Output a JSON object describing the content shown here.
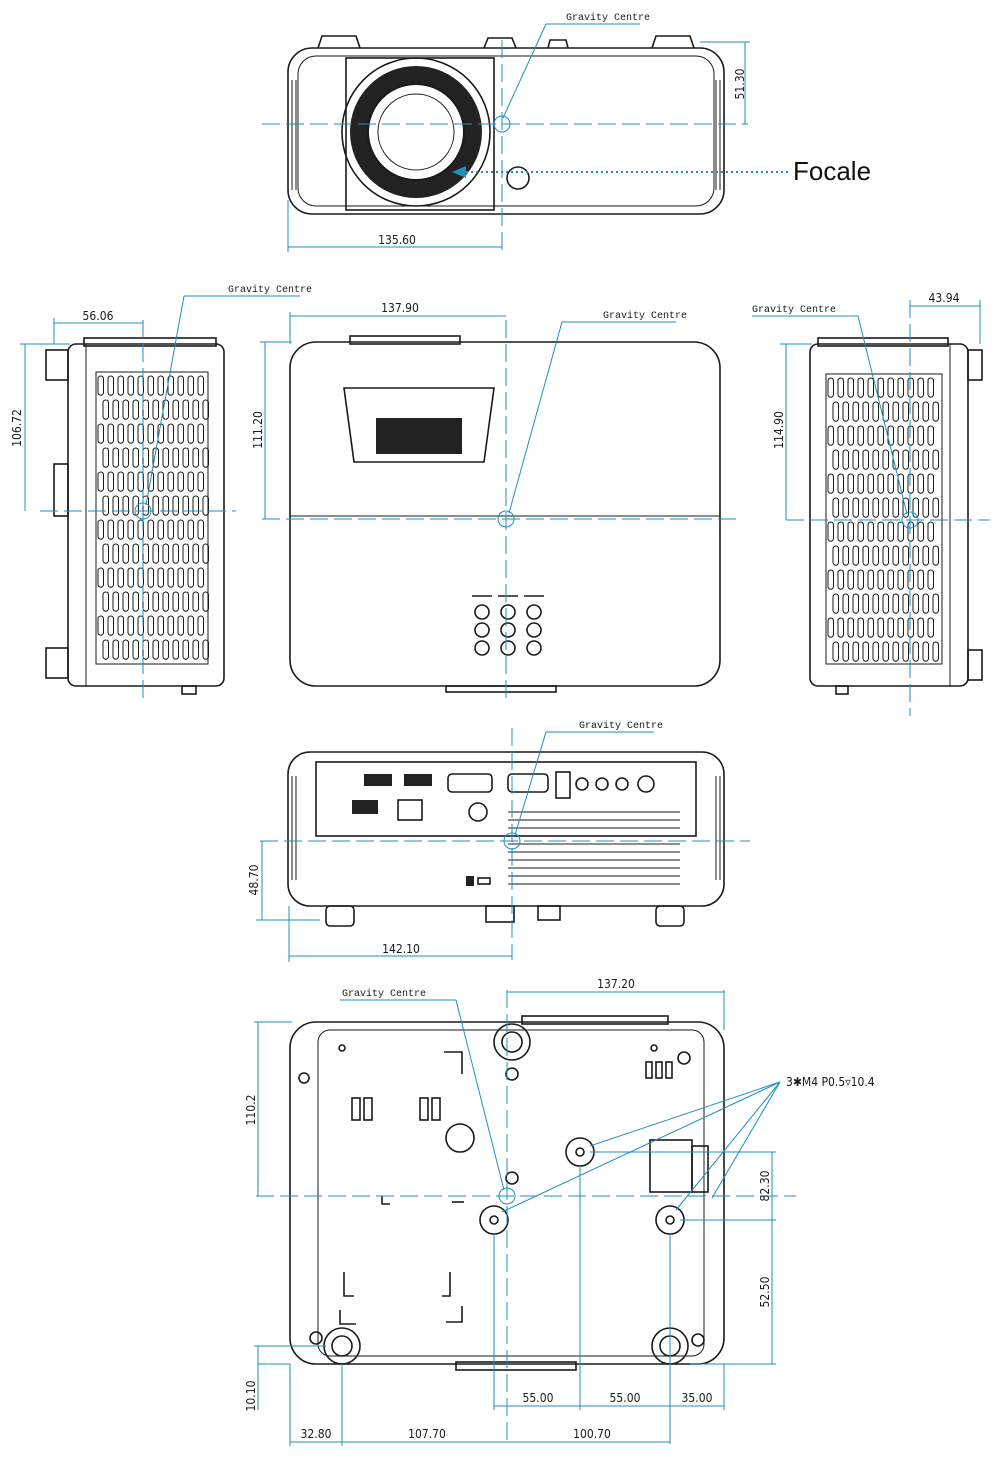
{
  "labels": {
    "gravity_centre": "Gravity Centre",
    "focale": "Focale",
    "screw_spec": "3✱M4  P0.5▿10.4"
  },
  "dimensions": {
    "front_height": "51.30",
    "front_width": "135.60",
    "left_depth": "56.06",
    "left_height": "106.72",
    "top_width": "137.90",
    "top_height": "111.20",
    "right_depth": "43.94",
    "right_height": "114.90",
    "rear_height": "48.70",
    "rear_width": "142.10",
    "bottom_width": "137.20",
    "bottom_height": "110.2",
    "bottom_right_upper": "82.30",
    "bottom_right_lower": "52.50",
    "bottom_left_offset": "10.10",
    "bottom_spacing_1": "55.00",
    "bottom_spacing_2": "55.00",
    "bottom_spacing_3": "35.00",
    "bottom_left_1": "32.80",
    "bottom_left_2": "107.70",
    "bottom_right_2": "100.70"
  },
  "colors": {
    "outline": "#1a1a1a",
    "dimension": "#1d8fbf"
  }
}
